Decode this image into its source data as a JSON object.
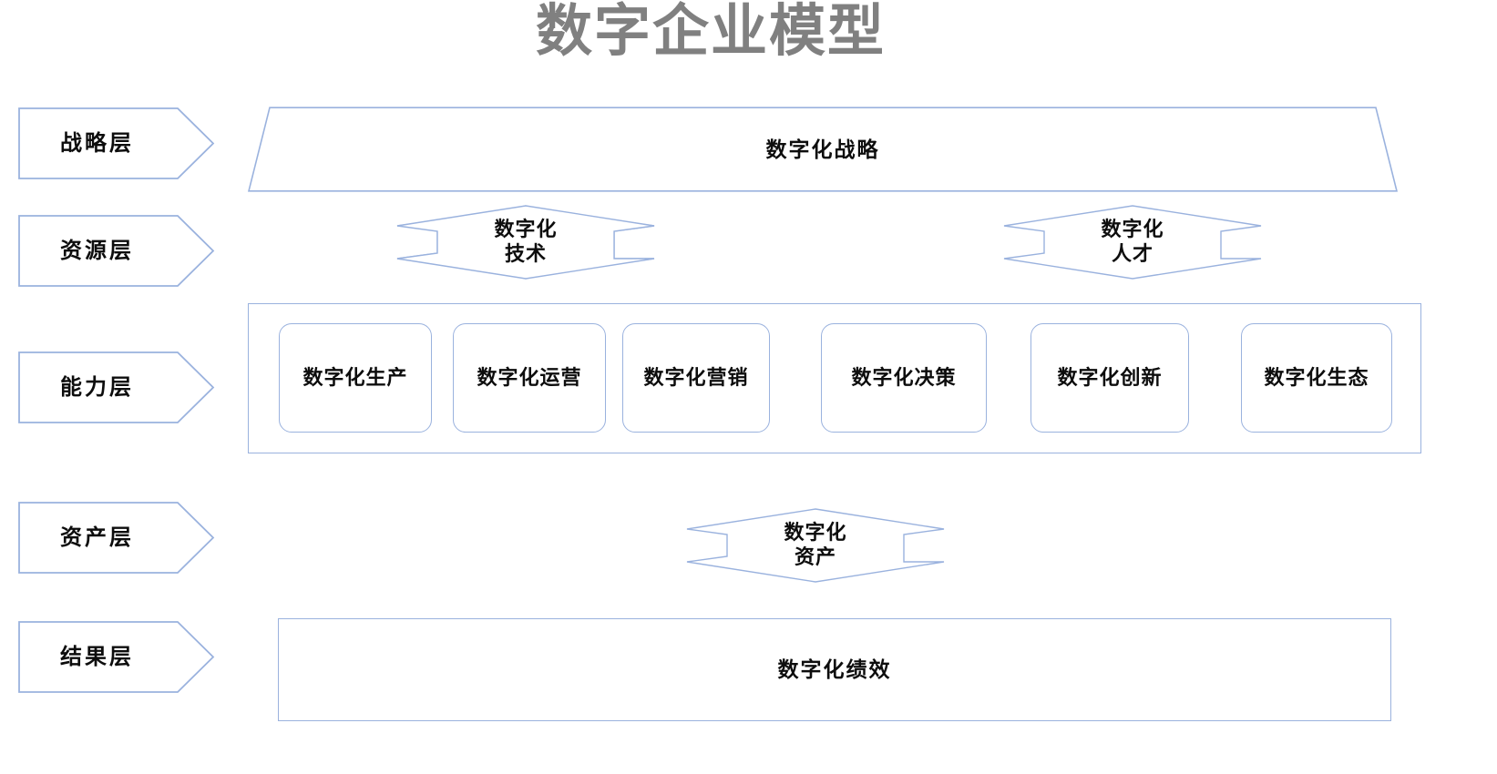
{
  "title": "数字企业模型",
  "theme": {
    "stroke": "#9ab2de",
    "title_color": "#808080",
    "text_color": "#0d0d0d",
    "background": "#ffffff"
  },
  "layers": [
    {
      "label": "战略层"
    },
    {
      "label": "资源层"
    },
    {
      "label": "能力层"
    },
    {
      "label": "资产层"
    },
    {
      "label": "结果层"
    }
  ],
  "strategy": {
    "label": "数字化战略"
  },
  "resources": [
    {
      "label": "数字化\n技术",
      "line1": "数字化",
      "line2": "技术"
    },
    {
      "label": "数字化\n人才",
      "line1": "数字化",
      "line2": "人才"
    }
  ],
  "capabilities": [
    {
      "label": "数字化生产"
    },
    {
      "label": "数字化运营"
    },
    {
      "label": "数字化营销"
    },
    {
      "label": "数字化决策"
    },
    {
      "label": "数字化创新"
    },
    {
      "label": "数字化生态"
    }
  ],
  "assets": {
    "line1": "数字化",
    "line2": "资产"
  },
  "results": {
    "label": "数字化绩效"
  }
}
